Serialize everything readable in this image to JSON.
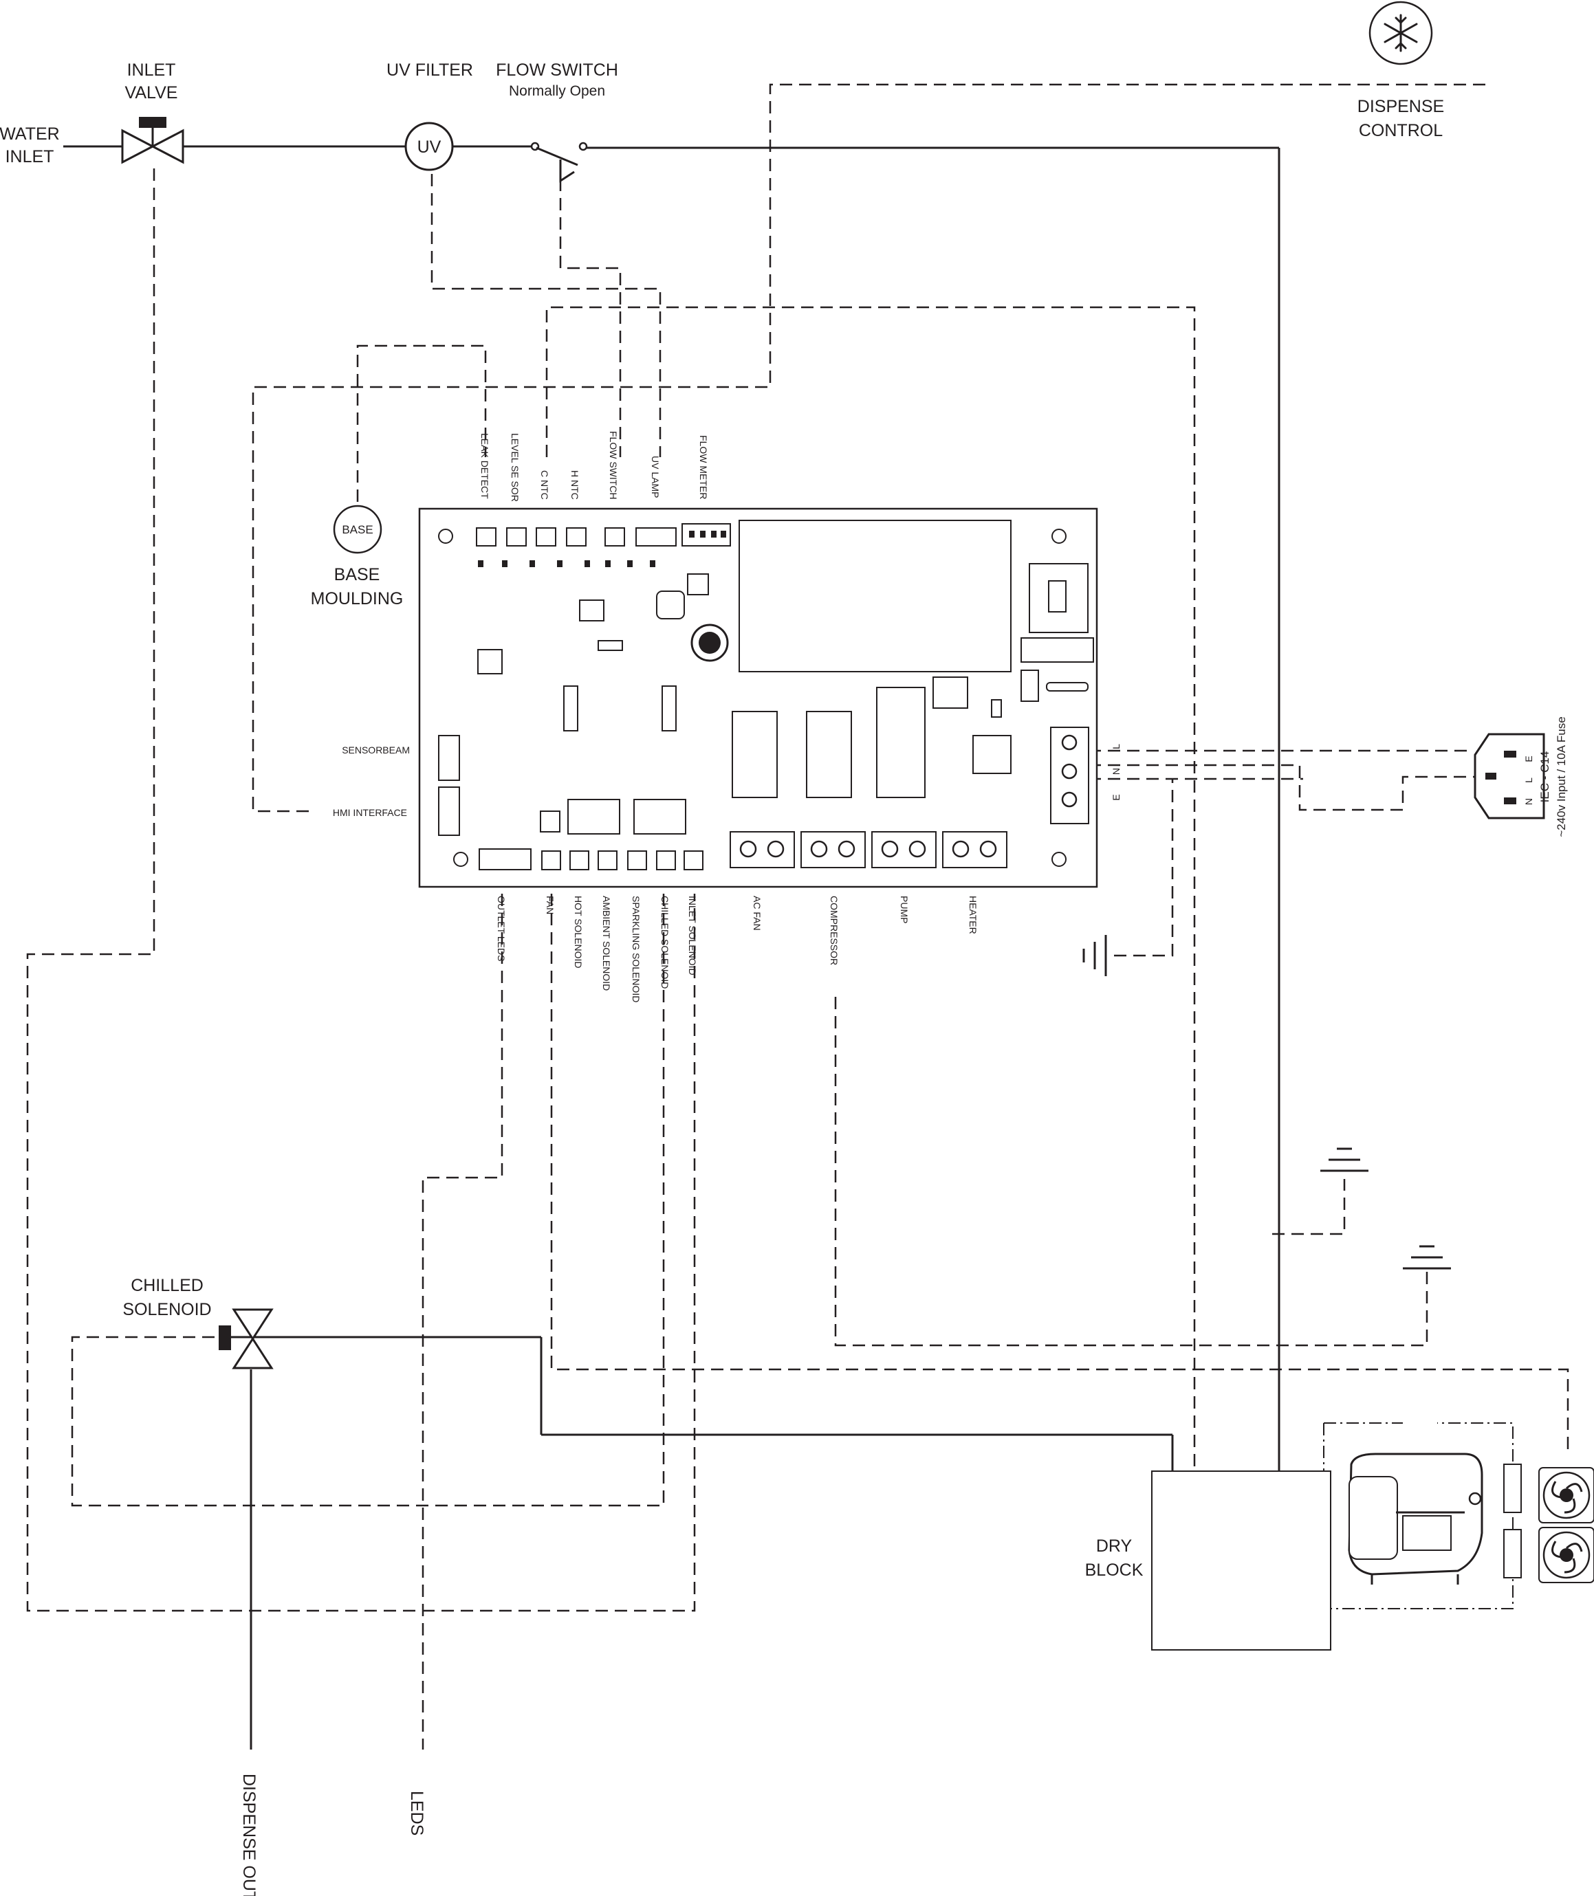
{
  "labels": {
    "water_inlet_1": "WATER",
    "water_inlet_2": "INLET",
    "inlet_valve_1": "INLET",
    "inlet_valve_2": "VALVE",
    "uv_filter": "UV FILTER",
    "uv_symbol": "UV",
    "flow_switch": "FLOW SWITCH",
    "flow_switch_sub": "Normally Open",
    "dispense_control_1": "DISPENSE",
    "dispense_control_2": "CONTROL",
    "base_symbol": "BASE",
    "base_moulding_1": "BASE",
    "base_moulding_2": "MOULDING",
    "chilled_solenoid_1": "CHILLED",
    "chilled_solenoid_2": "SOLENOID",
    "dry_block_1": "DRY",
    "dry_block_2": "BLOCK",
    "dispense_out": "DISPENSE OUT",
    "leds": "LEDS",
    "iec_1": "IEC - C14",
    "iec_2": "~240v Input / 10A Fuse"
  },
  "pcb": {
    "top_connectors": [
      "LEAK DETECT",
      "LEVEL SE SOR",
      "C NTC",
      "H NTC",
      "FLOW SWITCH",
      "UV LAMP",
      "FLOW METER"
    ],
    "left_connectors": [
      "SENSORBEAM",
      "HMI INTERFACE"
    ],
    "bottom_connectors": [
      "OUTLET LEDS",
      "FAN",
      "HOT SOLENOID",
      "AMBIENT SOLENOID",
      "SPARKLING SOLENOID",
      "CHILLED SOLENOID",
      "INLET SOLENOID"
    ],
    "terminal_blocks": [
      "AC FAN",
      "COMPRESSOR",
      "PUMP",
      "HEATER"
    ],
    "mains_terminals": [
      "L",
      "N",
      "E"
    ]
  },
  "iec_pins": [
    "E",
    "L",
    "N"
  ],
  "icons": [
    "snowflake-icon",
    "valve-icon",
    "ground-icon",
    "fan-icon",
    "compressor-icon"
  ]
}
